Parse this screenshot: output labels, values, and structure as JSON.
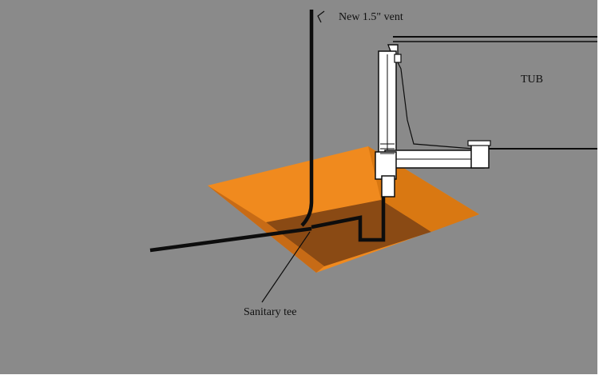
{
  "labels": {
    "vent": "New 1.5\" vent",
    "tub": "TUB",
    "tee": "Sanitary tee"
  },
  "colors": {
    "background": "#8a8a8a",
    "pit_light": "#f08a1e",
    "pit_dark": "#8a4a14",
    "pipe": "#0d0d0d",
    "drain_white": "#ffffff"
  }
}
